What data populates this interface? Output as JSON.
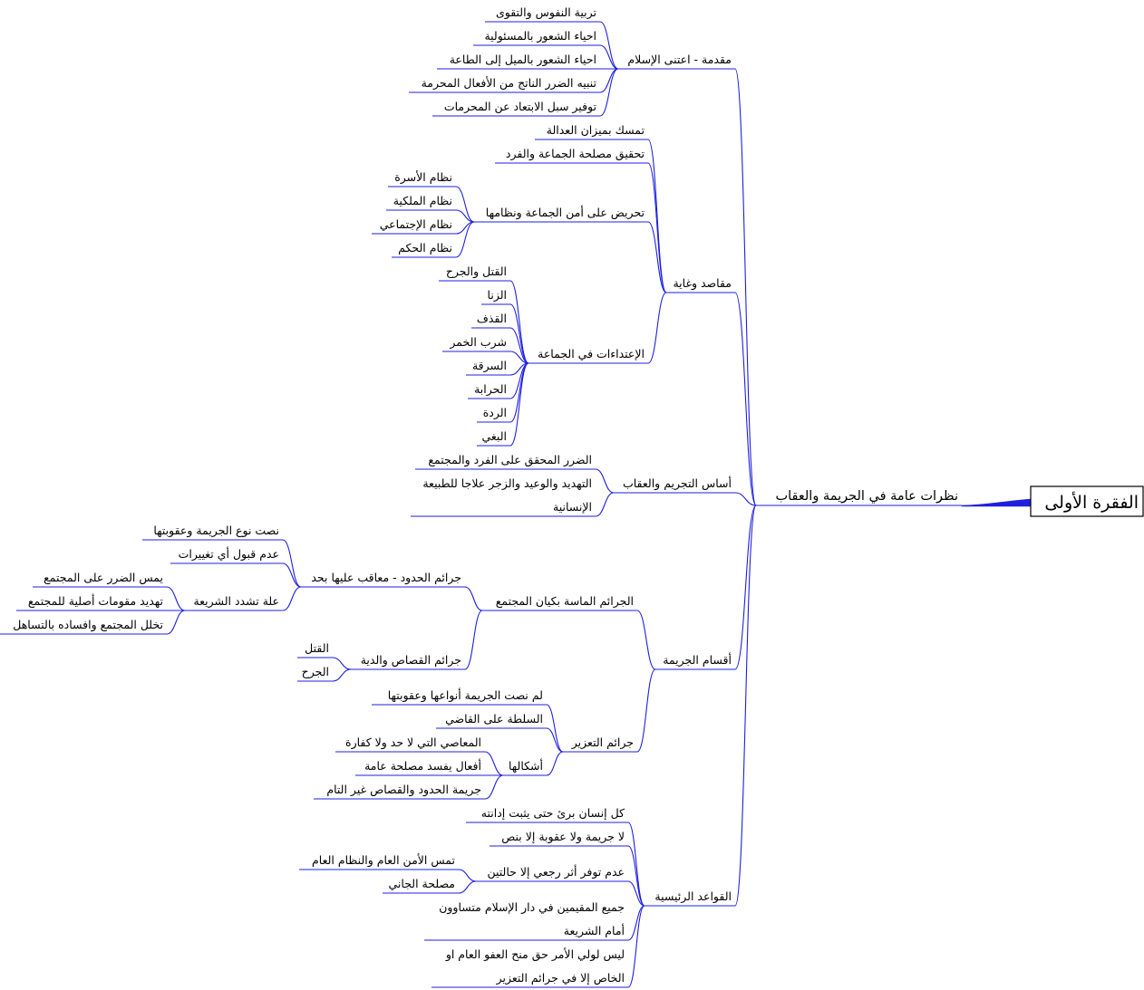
{
  "root": {
    "label": "الفقرة الأولى",
    "children": [
      {
        "label": "نظرات عامة في الجريمة والعقاب",
        "children": [
          {
            "label": "مقدمة - اعتنى الإسلام",
            "children": [
              {
                "label": "تربية النفوس والتقوى"
              },
              {
                "label": "احياء الشعور بالمسئولية"
              },
              {
                "label": "احياء الشعور بالميل إلى الطاعة"
              },
              {
                "label": "تنبيه الضرر الناتج من الأفعال المحرمة"
              },
              {
                "label": "توفير سبل الابتعاد عن المحرمات"
              }
            ]
          },
          {
            "label": "مقاصد وغاية",
            "children": [
              {
                "label": "تمسك بميزان العدالة"
              },
              {
                "label": "تحقيق مصلحة الجماعة والفرد"
              },
              {
                "label": "تحريض على أمن الجماعة ونظامها",
                "children": [
                  {
                    "label": "نظام الأسرة"
                  },
                  {
                    "label": "نظام الملكية"
                  },
                  {
                    "label": "نظام الإجتماعي"
                  },
                  {
                    "label": "نظام الحكم"
                  }
                ]
              },
              {
                "label": "الإعتداءات في الجماعة",
                "children": [
                  {
                    "label": "القتل والجرح"
                  },
                  {
                    "label": "الزنا"
                  },
                  {
                    "label": "القذف"
                  },
                  {
                    "label": "شرب الخمر"
                  },
                  {
                    "label": "السرقة"
                  },
                  {
                    "label": "الحرابة"
                  },
                  {
                    "label": "الردة"
                  },
                  {
                    "label": "البغي"
                  }
                ]
              }
            ]
          },
          {
            "label": "أساس التجريم والعقاب",
            "children": [
              {
                "label": "الضرر المحقق على الفرد والمجتمع"
              },
              {
                "label": "التهديد والوعيد والزجر علاجا للطبيعة",
                "line2": "الإنسانية"
              }
            ]
          },
          {
            "label": "أقسام الجريمة",
            "children": [
              {
                "label": "الجرائم الماسة بكيان المجتمع",
                "children": [
                  {
                    "label": "جرائم الحدود - معاقب عليها بحد",
                    "children": [
                      {
                        "label": "نصت نوع الجريمة وعقوبتها"
                      },
                      {
                        "label": "عدم قبول أي تغييرات"
                      },
                      {
                        "label": "علة تشدد الشريعة",
                        "children": [
                          {
                            "label": "يمس الضرر على المجتمع"
                          },
                          {
                            "label": "تهديد مقومات أصلية للمجتمع"
                          },
                          {
                            "label": "تخلل المجتمع وافساده بالتساهل"
                          }
                        ]
                      }
                    ]
                  },
                  {
                    "label": "جرائم القصاص والدية",
                    "children": [
                      {
                        "label": "القتل"
                      },
                      {
                        "label": "الجرح"
                      }
                    ]
                  }
                ]
              },
              {
                "label": "جرائم التعزير",
                "children": [
                  {
                    "label": "لم نصت الجريمة أنواعها وعقوبتها"
                  },
                  {
                    "label": "السلطة على القاضي"
                  },
                  {
                    "label": "أشكالها",
                    "children": [
                      {
                        "label": "المعاصي التي لا حد ولا كفارة"
                      },
                      {
                        "label": "أفعال يفسد مصلحة عامة"
                      },
                      {
                        "label": "جريمة الحدود والقصاص غير التام"
                      }
                    ]
                  }
                ]
              }
            ]
          },
          {
            "label": "القواعد الرئيسية",
            "children": [
              {
                "label": "كل إنسان برئ حتى يثبت إدانته"
              },
              {
                "label": "لا جريمة ولا عقوبة إلا بنص"
              },
              {
                "label": "عدم توفر أثر رجعي إلا حالتين",
                "children": [
                  {
                    "label": "تمس الأمن العام والنظام العام"
                  },
                  {
                    "label": "مصلحة الجاني"
                  }
                ]
              },
              {
                "label": "جميع المقيمين في دار الإسلام متساوون",
                "line2": "أمام الشريعة"
              },
              {
                "label": "ليس لولي الأمر حق منح العفو العام او",
                "line2": "الخاص إلا في جرائم التعزير"
              }
            ]
          }
        ]
      }
    ]
  },
  "colors": {
    "connector": "#1f1fe0",
    "text": "#000000",
    "root_border": "#000000",
    "background": "#ffffff"
  }
}
